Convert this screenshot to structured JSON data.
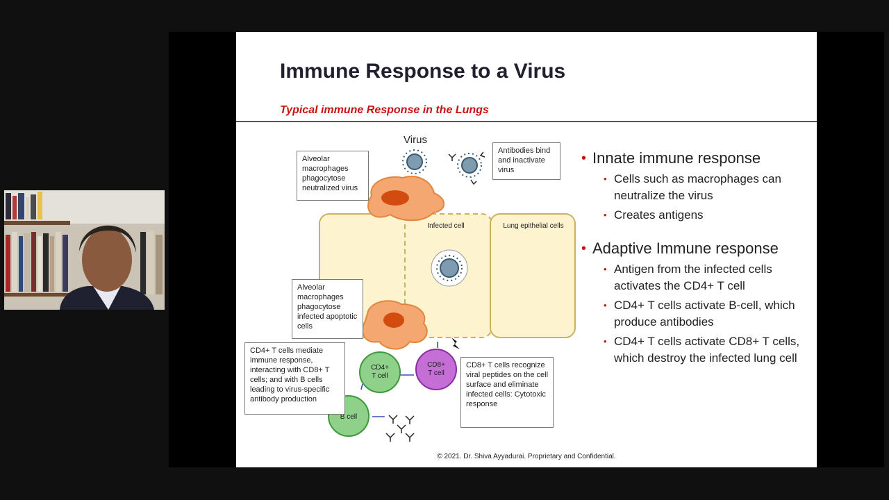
{
  "slide": {
    "title": "Immune Response to a Virus",
    "subtitle": "Typical immune Response in the Lungs",
    "copyright": "© 2021. Dr. Shiva Ayyadurai. Proprietary and Confidential."
  },
  "diagram": {
    "virus_label": "Virus",
    "alveolar_neutralized": "Alveolar macrophages phagocytose neutralized virus",
    "antibodies_bind": "Antibodies bind and inactivate virus",
    "infected_cell": "Infected cell",
    "lung_epithelial": "Lung epithelial cells",
    "alveolar_apoptotic": "Alveolar macrophages phagocytose infected apoptotic cells",
    "cd4_mediate": "CD4+ T cells mediate immune response, interacting with CD8+ T cells;  and with B cells leading to virus-specific antibody production",
    "cd4_cell": "CD4+ T cell",
    "cd8_cell": "CD8+ T cell",
    "b_cell": "B cell",
    "cd8_recognize": "CD8+ T cells recognize viral peptides on the cell surface and eliminate infected cells: Cytotoxic response"
  },
  "bullets": [
    {
      "heading": "Innate immune response",
      "items": [
        "Cells such as macrophages can neutralize the virus",
        "Creates antigens"
      ]
    },
    {
      "heading": "Adaptive Immune response",
      "items": [
        "Antigen from the infected cells activates the CD4+ T cell",
        "CD4+ T cells activate B-cell, which produce antibodies",
        "CD4+ T cells activate CD8+ T cells, which destroy the infected lung cell"
      ]
    }
  ],
  "colors": {
    "accent_red": "#cc1111",
    "cell_fill": "#fdf3cf",
    "macrophage": "#f5a772",
    "tcell_green": "#8fd08a",
    "cd8_purple": "#c56fd6"
  }
}
